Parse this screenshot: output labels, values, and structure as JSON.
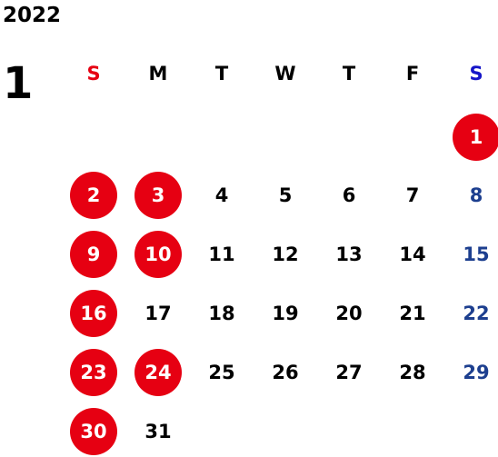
{
  "calendar": {
    "year": "2022",
    "month": "1",
    "weekdays": [
      "S",
      "M",
      "T",
      "W",
      "T",
      "F",
      "S"
    ],
    "first_weekday_index": 6,
    "days": [
      {
        "label": "1",
        "holiday": true
      },
      {
        "label": "2",
        "holiday": true
      },
      {
        "label": "3",
        "holiday": true
      },
      {
        "label": "4",
        "holiday": false
      },
      {
        "label": "5",
        "holiday": false
      },
      {
        "label": "6",
        "holiday": false
      },
      {
        "label": "7",
        "holiday": false
      },
      {
        "label": "8",
        "holiday": false
      },
      {
        "label": "9",
        "holiday": true
      },
      {
        "label": "10",
        "holiday": true
      },
      {
        "label": "11",
        "holiday": false
      },
      {
        "label": "12",
        "holiday": false
      },
      {
        "label": "13",
        "holiday": false
      },
      {
        "label": "14",
        "holiday": false
      },
      {
        "label": "15",
        "holiday": false
      },
      {
        "label": "16",
        "holiday": true
      },
      {
        "label": "17",
        "holiday": false
      },
      {
        "label": "18",
        "holiday": false
      },
      {
        "label": "19",
        "holiday": false
      },
      {
        "label": "20",
        "holiday": false
      },
      {
        "label": "21",
        "holiday": false
      },
      {
        "label": "22",
        "holiday": false
      },
      {
        "label": "23",
        "holiday": true
      },
      {
        "label": "24",
        "holiday": true
      },
      {
        "label": "25",
        "holiday": false
      },
      {
        "label": "26",
        "holiday": false
      },
      {
        "label": "27",
        "holiday": false
      },
      {
        "label": "28",
        "holiday": false
      },
      {
        "label": "29",
        "holiday": false
      },
      {
        "label": "30",
        "holiday": true
      },
      {
        "label": "31",
        "holiday": false
      }
    ]
  },
  "colors": {
    "text": "#000000",
    "sunday_header": "#e60012",
    "saturday": "#1d3f8f",
    "saturday_header": "#1515c8",
    "holiday_circle": "#e60012",
    "holiday_text": "#ffffff"
  }
}
